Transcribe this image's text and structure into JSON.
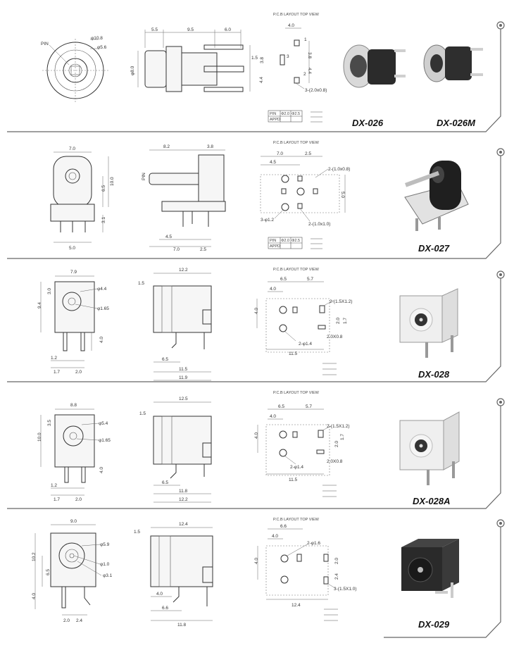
{
  "rows": [
    {
      "model": "DX-026",
      "model2": "DX-026M",
      "pcb_title": "P.C.B LAYOUT    TOP VIEW",
      "front": {
        "pin_label": "PIN",
        "d1": "φ10.8",
        "d2": "φ5.6"
      },
      "side": {
        "w1": "5.5",
        "w2": "9.5",
        "w3": "6.0",
        "h": "φ8.0",
        "m1": "1.5",
        "m2": "3.8",
        "m3": "4.4"
      },
      "pcb": {
        "top": "4.0",
        "h1": "3.8",
        "h2": "4.4",
        "pad": "3-(2.0x0.8)",
        "p1": "1",
        "p2": "2",
        "p3": "3"
      },
      "table": {
        "c1": "PIN",
        "c2": "Φ2.0",
        "c3": "Φ2.5",
        "r2": "APPD"
      }
    },
    {
      "model": "DX-027",
      "pcb_title": "P.C.B LAYOUT    TOP VIEW",
      "front": {
        "w": "7.0",
        "h1": "10.0",
        "h2": "6.5",
        "h3": "3.1",
        "bottom": "5.0"
      },
      "side": {
        "w1": "8.2",
        "w2": "3.8",
        "pin_label": "PIN",
        "b1": "4.5",
        "b2": "7.0",
        "b3": "2.5"
      },
      "pcb": {
        "t1": "7.0",
        "t2": "2.5",
        "t3": "4.5",
        "h": "5.0",
        "s1": "2-(1.0x0.8)",
        "s2": "3-φ1.2",
        "s3": "2-(1.0x1.0)"
      },
      "table": {
        "c1": "PIN",
        "c2": "Φ2.0",
        "c3": "Φ2.5",
        "r2": "APPD"
      }
    },
    {
      "model": "DX-028",
      "pcb_title": "P.C.B LAYOUT    TOP VIEW",
      "front": {
        "w": "7.9",
        "h": "9.4",
        "h2": "3.0",
        "d1": "φ4.4",
        "d2": "φ1.65",
        "pin": "4.0",
        "b1": "1.2",
        "b2": "1.7",
        "b3": "2.0"
      },
      "side": {
        "w": "12.2",
        "l": "1.5",
        "b1": "6.5",
        "b2": "11.5",
        "b3": "11.9"
      },
      "pcb": {
        "t1": "6.5",
        "t2": "5.7",
        "t3": "4.0",
        "h": "4.0",
        "s1": "2-(1.5X1.2)",
        "s2": "2.0",
        "s3": "1.7",
        "s4": "2.0X0.8",
        "s5": "2-φ1.4",
        "b": "11.5"
      }
    },
    {
      "model": "DX-028A",
      "pcb_title": "P.C.B LAYOUT    TOP VIEW",
      "front": {
        "w": "8.8",
        "h": "10.0",
        "h2": "3.5",
        "d1": "φ5.4",
        "d2": "φ1.65",
        "pin": "4.0",
        "b1": "1.2",
        "b2": "1.7",
        "b3": "2.0"
      },
      "side": {
        "w": "12.5",
        "l": "1.5",
        "b1": "6.5",
        "b2": "11.8",
        "b3": "12.2"
      },
      "pcb": {
        "t1": "6.5",
        "t2": "5.7",
        "t3": "4.0",
        "h": "4.0",
        "s1": "2-(1.5X1.2)",
        "s2": "2.0",
        "s3": "1.7",
        "s4": "2.0X0.8",
        "s5": "2-φ1.4",
        "b": "11.5"
      }
    },
    {
      "model": "DX-029",
      "pcb_title": "P.C.B LAYOUT    TOP VIEW",
      "front": {
        "w": "9.0",
        "h": "10.2",
        "h2": "6.5",
        "h3": "4.0",
        "d1": "φ5.9",
        "d2": "φ1.0",
        "d3": "φ3.1",
        "b1": "2.0",
        "b2": "2.4"
      },
      "side": {
        "w": "12.4",
        "l": "1.5",
        "b1": "4.0",
        "b2": "6.6",
        "b3": "11.8"
      },
      "pcb": {
        "t1": "6.6",
        "t2": "4.0",
        "h": "4.0",
        "s1": "2-φ1.6",
        "s2": "2.0",
        "s3": "2.4",
        "s4": "3-(1.5X1.0)",
        "b": "12.4"
      }
    }
  ]
}
